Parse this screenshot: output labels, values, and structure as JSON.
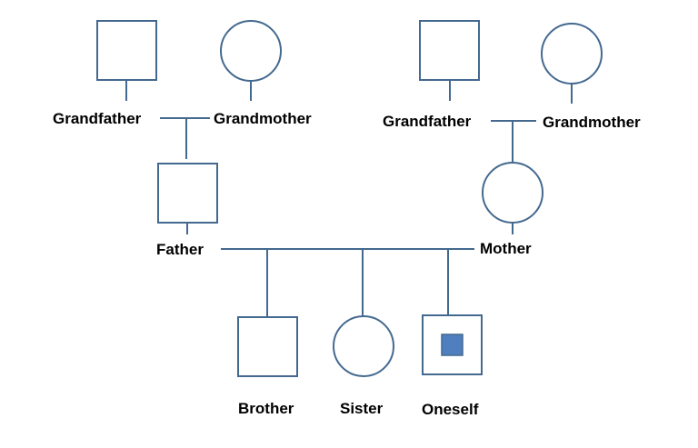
{
  "colors": {
    "stroke": "#44698f",
    "affected_fill": "#4f7fbf",
    "background": "#ffffff",
    "label": "#000000"
  },
  "paternal": {
    "grandfather_label": "Grandfather",
    "grandmother_label": "Grandmother"
  },
  "maternal": {
    "grandfather_label": "Grandfather",
    "grandmother_label": "Grandmother"
  },
  "parents": {
    "father_label": "Father",
    "mother_label": "Mother"
  },
  "children": [
    {
      "label": "Brother",
      "symbol": "square",
      "affected": false
    },
    {
      "label": "Sister",
      "symbol": "circle",
      "affected": false
    },
    {
      "label": "Oneself",
      "symbol": "square",
      "affected": true
    }
  ]
}
